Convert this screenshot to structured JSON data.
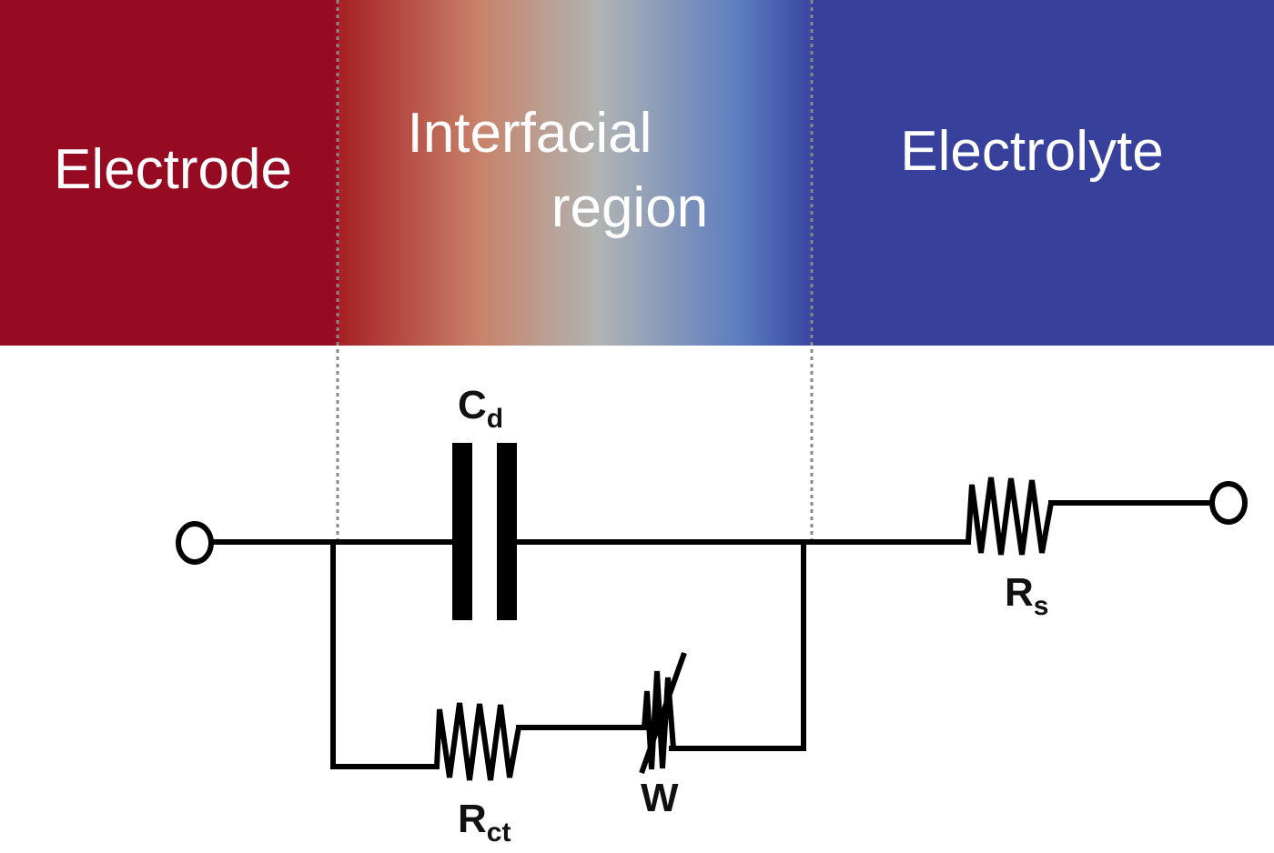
{
  "regions": {
    "electrode": {
      "label": "Electrode",
      "color": "#960b22"
    },
    "interfacial": {
      "label_line1": "Interfacial",
      "label_line2": "region",
      "gradient": [
        "#a61f24",
        "#c8836a",
        "#b0b4b4",
        "#5c7cc0",
        "#3a46a2"
      ]
    },
    "electrolyte": {
      "label": "Electrolyte",
      "color": "#37409a"
    }
  },
  "circuit": {
    "capacitor": {
      "symbol": "C",
      "subscript": "d"
    },
    "charge_transfer_resistor": {
      "symbol": "R",
      "subscript": "ct"
    },
    "warburg_element": {
      "symbol": "W"
    },
    "solution_resistor": {
      "symbol": "R",
      "subscript": "s"
    },
    "wire_color": "#000000"
  }
}
